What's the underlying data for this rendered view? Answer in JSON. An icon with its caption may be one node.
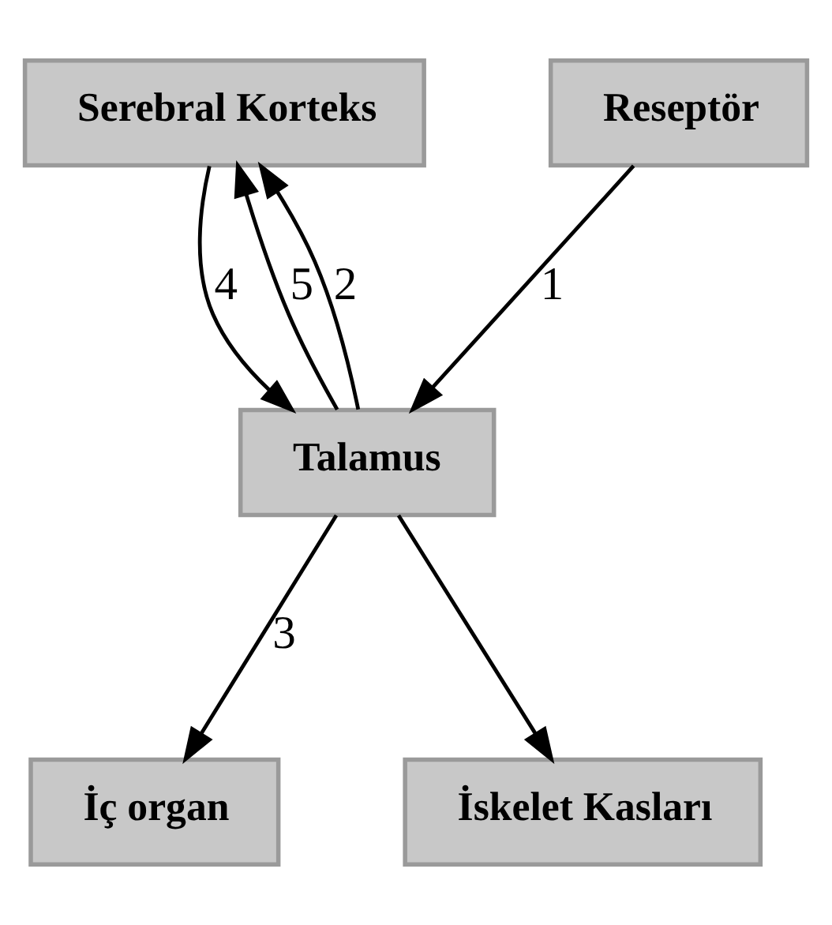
{
  "diagram": {
    "nodes": [
      {
        "text": [
          "Serebral Korteks"
        ]
      },
      {
        "text": [
          "Talamus"
        ]
      },
      {
        "text": [
          "Reseptör"
        ]
      },
      {
        "text": [
          "İç organ"
        ]
      },
      {
        "text": [
          "İskelet Kasları"
        ]
      }
    ],
    "edges": [
      {
        "from": 1,
        "to": 0,
        "arrow": "to",
        "label": "5"
      },
      {
        "from": 0,
        "to": 1,
        "arrow": "to",
        "label": "4"
      },
      {
        "from": 1,
        "to": 0,
        "arrow": "to",
        "label": "2"
      },
      {
        "from": 2,
        "to": 1,
        "arrow": "to",
        "label": "1"
      },
      {
        "from": 1,
        "to": 3,
        "arrow": "to",
        "label": "3"
      },
      {
        "from": 1,
        "to": 4,
        "arrow": "to"
      }
    ]
  }
}
